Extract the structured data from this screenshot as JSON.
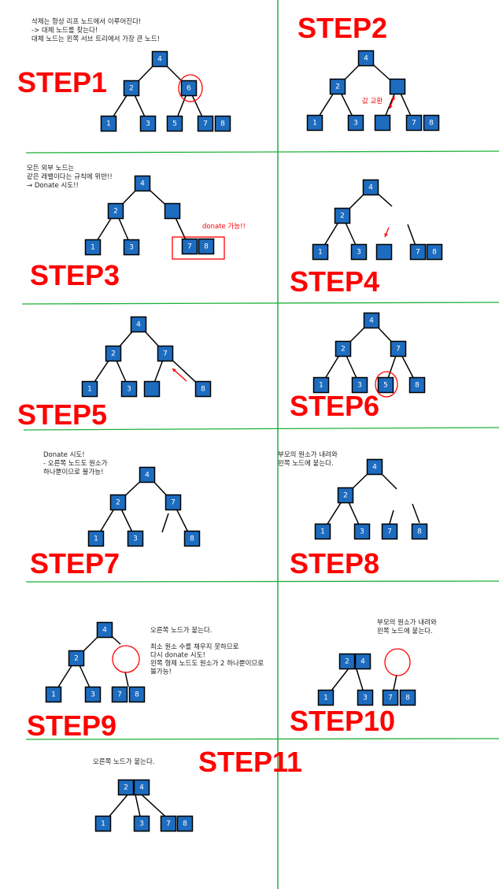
{
  "colors": {
    "node_fill": "#1e6cbf",
    "node_border": "#000000",
    "grid_line": "#1fb03a",
    "highlight": "#ff0000",
    "text": "#222222",
    "edge": "#000000"
  },
  "steps": [
    "STEP1",
    "STEP2",
    "STEP3",
    "STEP4",
    "STEP5",
    "STEP6",
    "STEP7",
    "STEP8",
    "STEP9",
    "STEP10",
    "STEP11"
  ],
  "notes": {
    "step1": [
      "삭제는 항상 리프 노드에서 이루어진다!",
      "-> 대체 노드를 찾는다!",
      "대체 노드는 왼쪽 서브 트리에서 가장 큰 노드!"
    ],
    "step2_swap": "값 교환",
    "step3": [
      "모든 외부 노드는",
      "같은 레벨이다는 규칙에 위반!!",
      "→ Donate 시도!!"
    ],
    "step3_donate": "donate 가능!!",
    "step7": [
      "Donate 시도!",
      "-  오른쪽 노드도 원소가",
      "   하나뿐이므로 불가능!"
    ],
    "step8": [
      "부모의 원소가 내려와",
      "왼쪽 노드에 붙는다."
    ],
    "step9": [
      "오른쪽 노드가 붙는다.",
      "",
      "최소 원소 수를 채우지 못하므로",
      "다시 donate 시도!",
      "왼쪽 형제 노드도 원소가 2 하나뿐이므로",
      "불가능!"
    ],
    "step10": [
      "부모의 원소가 내려와",
      "왼쪽 노드에 붙는다."
    ],
    "step11": [
      "오른쪽 노드가 붙는다."
    ]
  },
  "nodes": {
    "s1": [
      "4",
      "2",
      "6",
      "1",
      "3",
      "5",
      "7",
      "8"
    ],
    "s2": [
      "4",
      "2",
      "",
      "1",
      "3",
      "",
      "7",
      "8"
    ],
    "s3": [
      "4",
      "2",
      "",
      "1",
      "3",
      "7",
      "8"
    ],
    "s4": [
      "4",
      "2",
      "1",
      "3",
      "",
      "7",
      "8"
    ],
    "s5": [
      "4",
      "2",
      "7",
      "1",
      "3",
      "",
      "8"
    ],
    "s6": [
      "4",
      "2",
      "7",
      "1",
      "3",
      "5",
      "8"
    ],
    "s7": [
      "4",
      "2",
      "7",
      "1",
      "3",
      "8"
    ],
    "s8": [
      "4",
      "2",
      "1",
      "3",
      "7",
      "8"
    ],
    "s9": [
      "4",
      "2",
      "1",
      "3",
      "7",
      "8"
    ],
    "s10": [
      "2",
      "4",
      "1",
      "3",
      "7",
      "8"
    ],
    "s11": [
      "2",
      "4",
      "1",
      "3",
      "7",
      "8"
    ]
  }
}
